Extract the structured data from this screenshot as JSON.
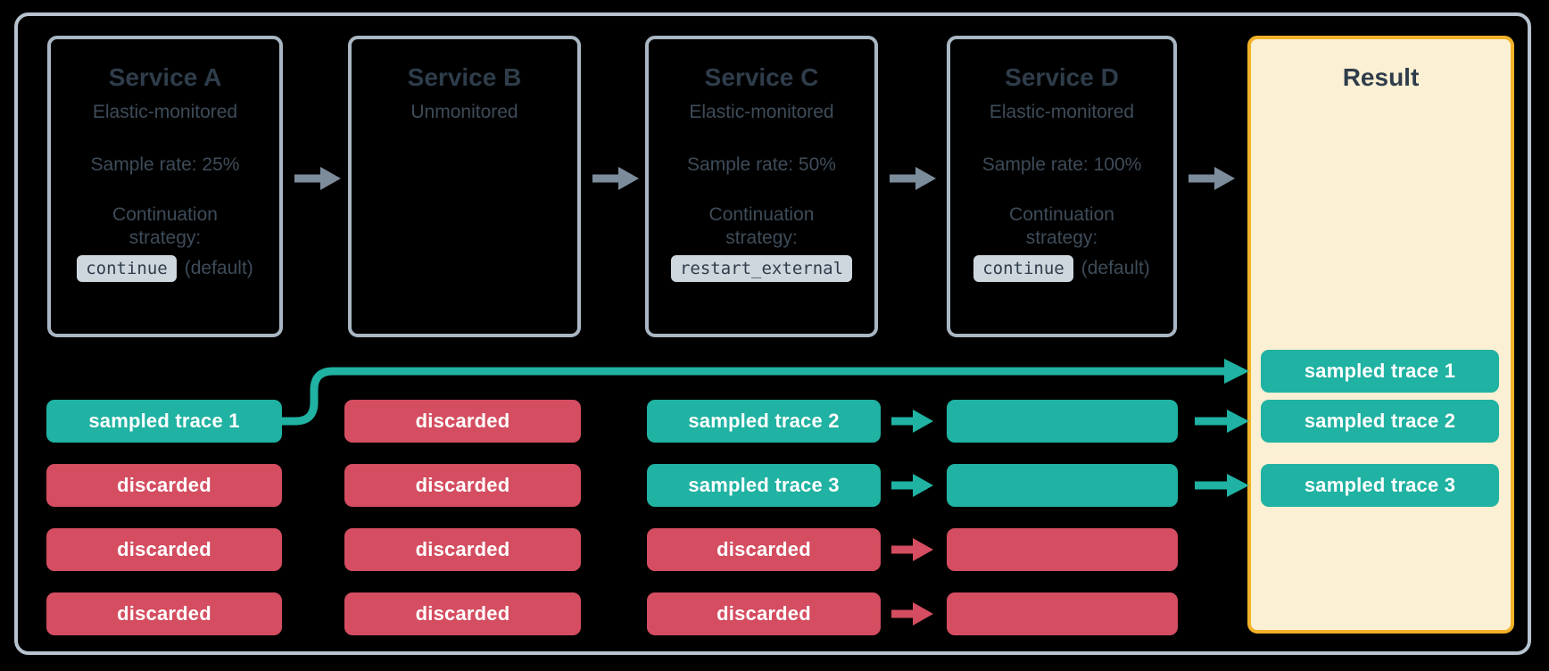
{
  "colors": {
    "background": "#000000",
    "teal": "#20B2A2",
    "red": "#D44D60",
    "yellow_border": "#F2B128",
    "yellow_fill": "#FBF0D3",
    "frame_border": "#B7C3CF",
    "box_border": "#A9B6C3",
    "title_text": "#2F3D4B",
    "body_text": "#3E4C59",
    "chip_bg": "#CFD7DE",
    "chip_text": "#2F3D4B",
    "arrow_gray": "#7D8C9B",
    "pill_text": "#FFFFFF"
  },
  "services": [
    {
      "title": "Service A",
      "monitoring": "Elastic-monitored",
      "sample_rate": "Sample rate: 25%",
      "strategy_label": "Continuation strategy:",
      "strategy_code": "continue",
      "strategy_note": "(default)"
    },
    {
      "title": "Service B",
      "monitoring": "Unmonitored"
    },
    {
      "title": "Service C",
      "monitoring": "Elastic-monitored",
      "sample_rate": "Sample rate: 50%",
      "strategy_label": "Continuation strategy:",
      "strategy_code": "restart_external"
    },
    {
      "title": "Service D",
      "monitoring": "Elastic-monitored",
      "sample_rate": "Sample rate: 100%",
      "strategy_label": "Continuation strategy:",
      "strategy_code": "continue",
      "strategy_note": "(default)"
    }
  ],
  "columns": [
    {
      "service": "Service A",
      "rows": [
        {
          "label": "sampled trace 1",
          "status": "sampled"
        },
        {
          "label": "discarded",
          "status": "discarded"
        },
        {
          "label": "discarded",
          "status": "discarded"
        },
        {
          "label": "discarded",
          "status": "discarded"
        }
      ]
    },
    {
      "service": "Service B",
      "rows": [
        {
          "label": "discarded",
          "status": "discarded"
        },
        {
          "label": "discarded",
          "status": "discarded"
        },
        {
          "label": "discarded",
          "status": "discarded"
        },
        {
          "label": "discarded",
          "status": "discarded"
        }
      ]
    },
    {
      "service": "Service C",
      "rows": [
        {
          "label": "sampled trace 2",
          "status": "sampled"
        },
        {
          "label": "sampled trace 3",
          "status": "sampled"
        },
        {
          "label": "discarded",
          "status": "discarded"
        },
        {
          "label": "discarded",
          "status": "discarded"
        }
      ]
    },
    {
      "service": "Service D",
      "rows": [
        {
          "label": "",
          "status": "sampled"
        },
        {
          "label": "",
          "status": "sampled"
        },
        {
          "label": "",
          "status": "discarded"
        },
        {
          "label": "",
          "status": "discarded"
        }
      ]
    }
  ],
  "result": {
    "title": "Result",
    "rows": [
      "sampled trace 1",
      "sampled trace 2",
      "sampled trace 3"
    ]
  }
}
